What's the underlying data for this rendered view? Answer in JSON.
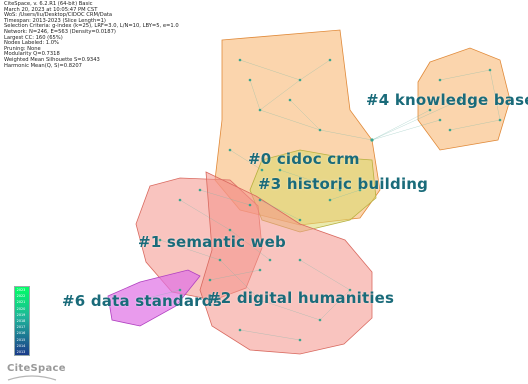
{
  "meta": {
    "lines": [
      "CiteSpace, v. 6.2.R1 (64-bit) Basic",
      "March 20, 2023 at 10:05:47 PM CST",
      "WoS: /Users/liu/Desktop/CIDOC CRM/Data",
      "Timespan: 2013-2023 (Slice Length=1)",
      "Selection Criteria: g-index (k=25), LRF=3.0, L/N=10, LBY=5, e=1.0",
      "Network: N=246, E=563 (Density=0.0187)",
      "Largest CC: 160 (65%)",
      "Nodes Labeled: 1.0%",
      "Pruning: None",
      "Modularity Q=0.7318",
      "Weighted Mean Silhouette S=0.9343",
      "Harmonic Mean(Q, S)=0.8207"
    ]
  },
  "clusters": [
    {
      "id": "cluster-4",
      "label": "#4 knowledge base",
      "color": "#f7a35c"
    },
    {
      "id": "cluster-0",
      "label": "#0 cidoc crm",
      "color": "#f5a65b"
    },
    {
      "id": "cluster-3",
      "label": "#3 historic building",
      "color": "#e9c46a"
    },
    {
      "id": "cluster-1",
      "label": "#1 semantic web",
      "color": "#f28b82"
    },
    {
      "id": "cluster-6",
      "label": "#6 data standards",
      "color": "#d45bd6"
    },
    {
      "id": "cluster-2",
      "label": "#2 digital humanities",
      "color": "#f4978e"
    }
  ],
  "legend": {
    "years": [
      "2023",
      "2022",
      "2021",
      "2020",
      "2019",
      "2018",
      "2017",
      "2016",
      "2015",
      "2014",
      "2013"
    ],
    "color_top": "#00ff66",
    "color_bottom": "#1a3a8a"
  },
  "logo": {
    "text": "CiteSpace"
  }
}
